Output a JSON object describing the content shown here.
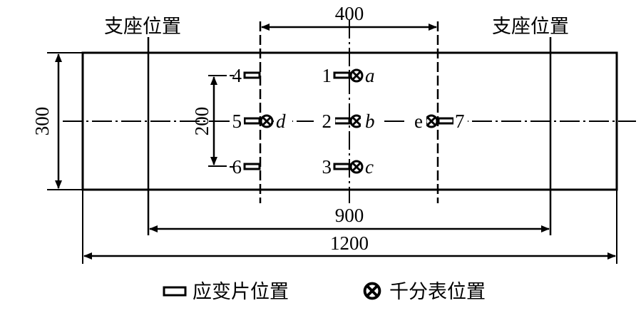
{
  "labels": {
    "support_left": "支座位置",
    "support_right": "支座位置"
  },
  "dimensions": {
    "d400": "400",
    "d300": "300",
    "d200": "200",
    "d900": "900",
    "d1200": "1200"
  },
  "gauges": {
    "g1": "1",
    "g2": "2",
    "g3": "3",
    "g4": "4",
    "g5": "5",
    "g6": "6",
    "g7": "7"
  },
  "dials": {
    "a": "a",
    "b": "b",
    "c": "c",
    "d": "d",
    "e": "e"
  },
  "legend": {
    "strain_gauge": "应变片位置",
    "dial_gauge": "千分表位置"
  }
}
